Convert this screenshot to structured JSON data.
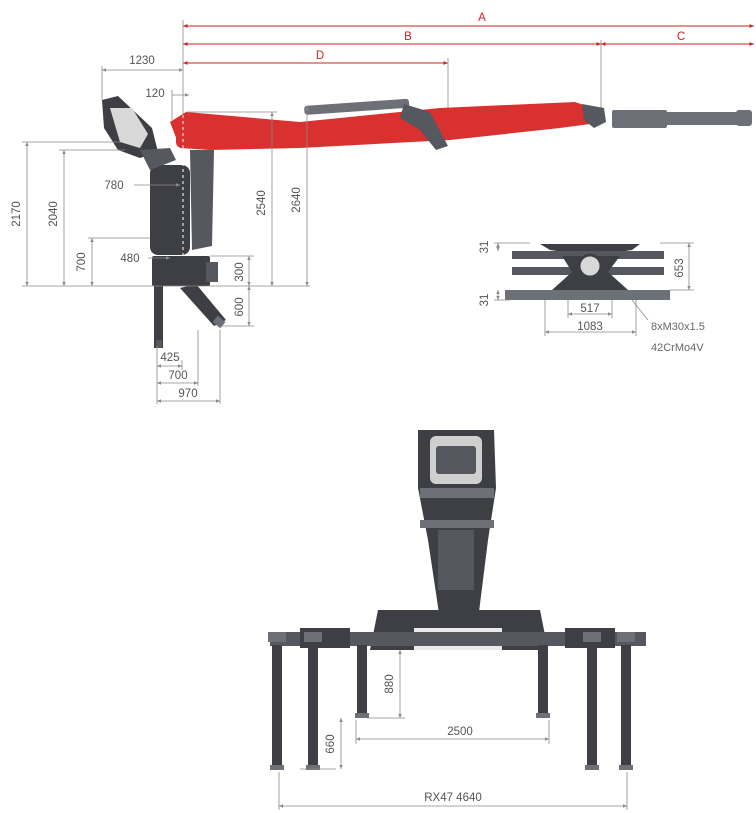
{
  "side_view": {
    "reach_labels": {
      "a": "A",
      "b": "B",
      "c": "C",
      "d": "D"
    },
    "dims": {
      "w1230": "1230",
      "w120": "120",
      "w780": "780",
      "h2170": "2170",
      "h2040": "2040",
      "h700": "700",
      "w480": "480",
      "h2540": "2540",
      "h2640": "2640",
      "h300": "300",
      "h600": "600",
      "w425": "425",
      "w700": "700",
      "w970": "970"
    }
  },
  "base_detail": {
    "dims": {
      "t31_top": "31",
      "t31_bottom": "31",
      "h653": "653",
      "w517": "517",
      "w1083": "1083"
    },
    "bolts": "8xM30x1.5",
    "material": "42CrMo4V"
  },
  "front_view": {
    "dims": {
      "h880": "880",
      "h660": "660",
      "w2500": "2500",
      "total": "RX47 4640"
    }
  },
  "colors": {
    "boom": "#d93030",
    "steel": "#3d3f44",
    "dim_line": "#8a8a8a",
    "reach_line": "#cc2222"
  }
}
